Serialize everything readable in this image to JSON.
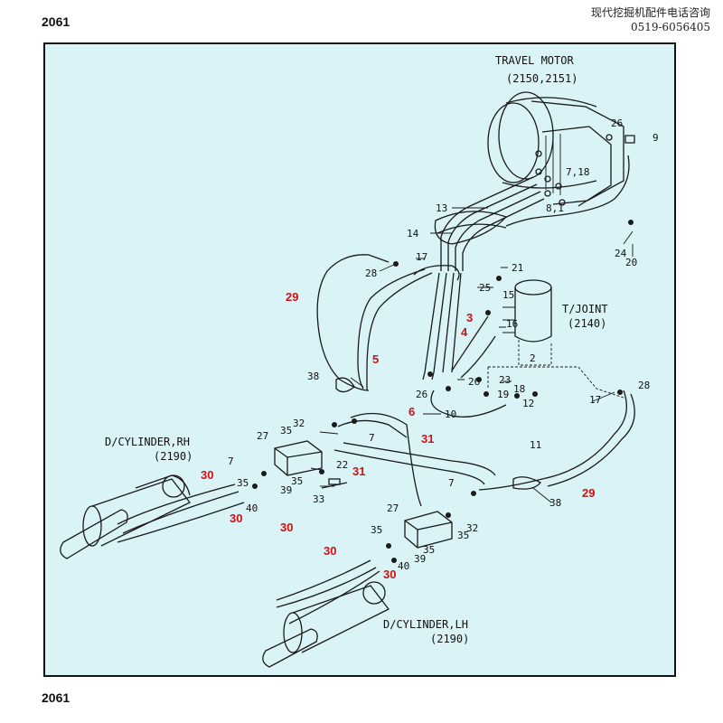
{
  "page": {
    "number_top": "2061",
    "number_bottom": "2061"
  },
  "header_note": {
    "line1": "现代挖掘机配件电话咨询",
    "line2": "0519-6056405"
  },
  "components": {
    "travel_motor": {
      "name": "TRAVEL MOTOR",
      "ref": "(2150,2151)"
    },
    "t_joint": {
      "name": "T/JOINT",
      "ref": "(2140)"
    },
    "dozer_rh": {
      "name": "D/CYLINDER,RH",
      "ref": "(2190)"
    },
    "dozer_lh": {
      "name": "D/CYLINDER,LH",
      "ref": "(2190)"
    }
  },
  "callouts_black": [
    "26",
    "9",
    "7,18",
    "8,1",
    "13",
    "14",
    "17",
    "28",
    "21",
    "25",
    "15",
    "16",
    "2",
    "24",
    "20",
    "38",
    "26",
    "10",
    "26",
    "23",
    "19",
    "18",
    "12",
    "11",
    "17",
    "28",
    "27",
    "35",
    "32",
    "7",
    "22",
    "33",
    "7",
    "35",
    "40",
    "39",
    "35",
    "27",
    "35",
    "32",
    "7",
    "35",
    "40",
    "39",
    "35",
    "38"
  ],
  "callouts_red": [
    "29",
    "3",
    "4",
    "5",
    "6",
    "31",
    "31",
    "30",
    "30",
    "30",
    "30",
    "30",
    "29"
  ]
}
